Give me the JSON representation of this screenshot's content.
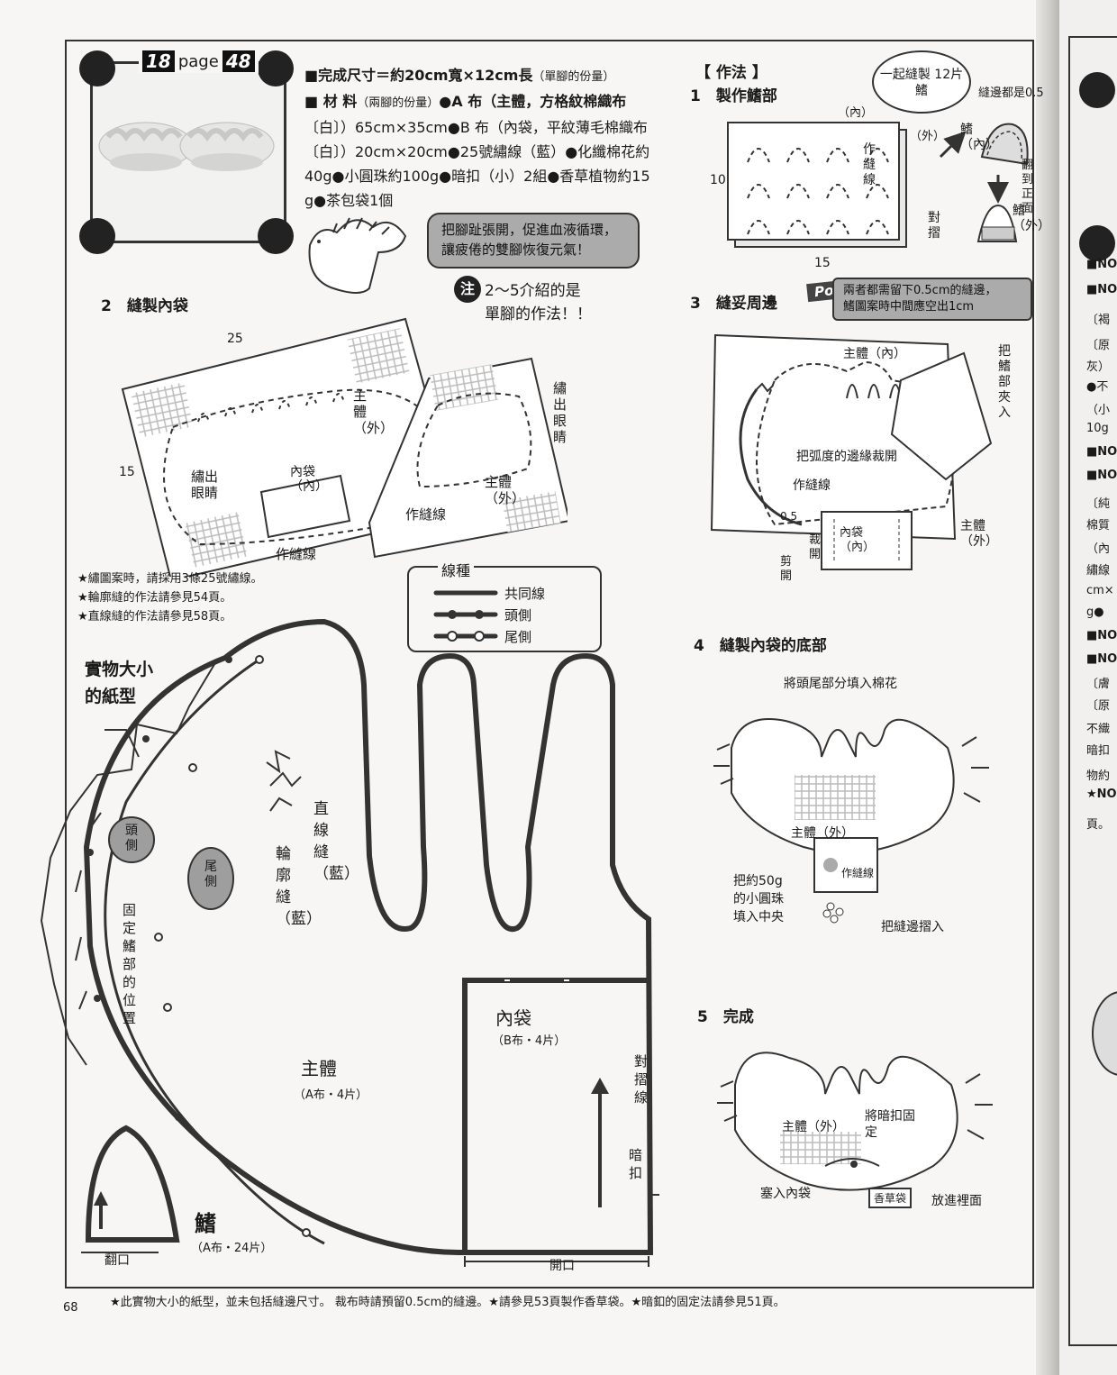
{
  "header": {
    "badge_left": "18",
    "badge_word": "page",
    "badge_right": "48"
  },
  "spec": {
    "line1_a": "■完成尺寸＝約20cm寬×12cm長",
    "line1_b": "（單腳的份量）",
    "line2_a": "■ 材 料",
    "line2_b": "（兩腳的份量）",
    "line2_c": "●A 布（主體，方格紋棉織布",
    "line3": "〔白〕）65cm×35cm●B 布（內袋，平紋薄毛棉織布",
    "line4": "〔白〕）20cm×20cm●25號繡線（藍）●化纖棉花約",
    "line5": "40g●小圓珠約100g●暗扣（小）2組●香草植物約15",
    "line6": "g●茶包袋1個"
  },
  "bubble_top": {
    "line1": "把腳趾張開，促進血液循環，",
    "line2": "讓疲倦的雙腳恢復元氣！"
  },
  "note_steps": {
    "icon": "注",
    "line1": "2～5介紹的是",
    "line2": "單腳的作法！！"
  },
  "section2": {
    "title": "2　縫製內袋",
    "dim_25": "25",
    "dim_15": "15",
    "lbl_body_out": "主體（外）",
    "lbl_embroider_eye_right": "繡出眼睛",
    "lbl_embroider_eye_left": "繡出眼睛",
    "lbl_inner_bag": "內袋（內）",
    "lbl_body_out2": "主體（外）",
    "lbl_stitch1": "作縫線",
    "lbl_stitch2": "作縫線"
  },
  "notes_left": {
    "n1": "★繡圖案時，請採用3條25號繡線。",
    "n2": "★輪廓縫的作法請參見54頁。",
    "n3": "★直線縫的作法請參見58頁。"
  },
  "legend": {
    "title": "線種",
    "items": [
      "共同線",
      "頭側",
      "尾側"
    ]
  },
  "section1": {
    "header": "【 作法 】",
    "title": "1　製作鰭部",
    "bubble": "一起縫製 12片鰭",
    "lbl_in": "（內）",
    "lbl_out": "（外）",
    "lbl_stitch": "作縫線",
    "lbl_fold": "對摺",
    "lbl_fin_in": "鰭（內）",
    "lbl_fin_out": "鰭（外）",
    "lbl_seam_allow": "縫邊都是0.5",
    "lbl_turn": "翻到正面",
    "dim_10": "10",
    "dim_15": "15"
  },
  "point": {
    "tag": "Point",
    "line1": "兩者都需留下0.5cm的縫邊，",
    "line2": "鰭圖案時中間應空出1cm"
  },
  "section3": {
    "title": "3　縫妥周邊",
    "lbl_body_in": "主體（內）",
    "lbl_insert_fin": "把鰭部夾入",
    "lbl_cut_curve": "把弧度的邊緣裁開",
    "lbl_stitch": "作縫線",
    "lbl_05": "0.5",
    "lbl_inner_bag": "內袋（內）",
    "lbl_cut": "裁開",
    "lbl_trim": "剪開",
    "lbl_body_out": "主體（外）"
  },
  "section4": {
    "title": "4　縫製內袋的底部",
    "lbl_fill": "將頭尾部分填入棉花",
    "lbl_body_out": "主體（外）",
    "lbl_stitch": "作縫線",
    "lbl_beads_1": "把約50g",
    "lbl_beads_2": "的小圓珠",
    "lbl_beads_3": "填入中央",
    "lbl_fold_in": "把縫邊摺入"
  },
  "section5": {
    "title": "5　完成",
    "lbl_body_out": "主體（外）",
    "lbl_snap": "將暗扣固定",
    "lbl_insert_bag": "塞入內袋",
    "lbl_herb": "香草袋",
    "lbl_inside": "放進裡面"
  },
  "pattern": {
    "title_1": "實物大小",
    "title_2": "的紙型",
    "lbl_head": "頭側",
    "lbl_tail": "尾側",
    "lbl_fix_fin": "固定鰭部的位置",
    "lbl_straight": "直線縫（藍）",
    "lbl_outline": "輪廓縫（藍）",
    "lbl_inner_bag": "內袋",
    "lbl_inner_bag_sub": "（B布・4片）",
    "lbl_body": "主體",
    "lbl_body_sub": "（A布・4片）",
    "lbl_fold_line": "對摺線",
    "lbl_snap": "暗扣",
    "lbl_fin": "鰭",
    "lbl_fin_sub": "（A布・24片）",
    "lbl_turn_opening": "翻口",
    "lbl_opening": "開口"
  },
  "footer": {
    "page_number": "68",
    "note": "★此實物大小的紙型，並未包括縫邊尺寸。 裁布時請預留0.5cm的縫邊。★請參見53頁製作香草袋。★暗釦的固定法請參見51頁。"
  },
  "next_page": {
    "lines": [
      "■NO",
      "■NO",
      "〔褐",
      "〔原",
      "灰）",
      "●不",
      "（小",
      "10g",
      "■NO",
      "■NO",
      "〔純",
      "棉質",
      "（內",
      "繡線",
      "cm×",
      "g●",
      "■NO",
      "■NO",
      "〔膚",
      "〔原",
      "不織",
      "暗扣",
      "物約",
      "★NO",
      "頁。"
    ]
  }
}
